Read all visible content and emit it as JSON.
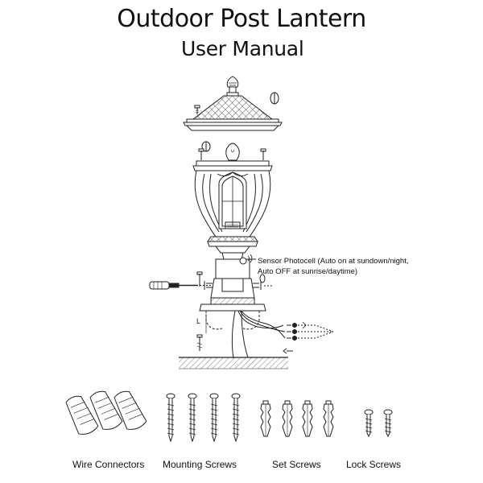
{
  "header": {
    "title": "Outdoor Post Lantern",
    "subtitle": "User Manual"
  },
  "diagram": {
    "callout_line1": "Sensor Photocell (Auto on at sundown/night,",
    "callout_line2": "Auto OFF at sunrise/daytime)",
    "wire_label": "L"
  },
  "parts": {
    "wire_connectors": "Wire Connectors",
    "mounting_screws": "Mounting Screws",
    "set_screws": "Set Screws",
    "lock_screws": "Lock Screws"
  }
}
